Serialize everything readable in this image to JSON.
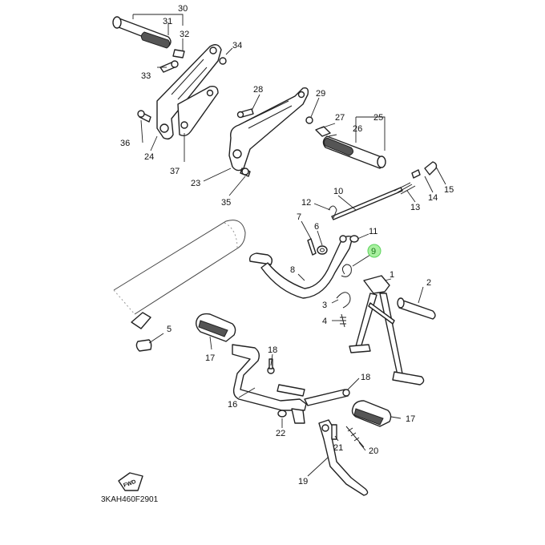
{
  "diagram": {
    "callouts": {
      "c1": "1",
      "c2": "2",
      "c3": "3",
      "c4": "4",
      "c5": "5",
      "c6": "6",
      "c7": "7",
      "c8": "8",
      "c9": "9",
      "c10": "10",
      "c11": "11",
      "c12": "12",
      "c13": "13",
      "c14": "14",
      "c15": "15",
      "c16": "16",
      "c17a": "17",
      "c17b": "17",
      "c18a": "18",
      "c18b": "18",
      "c19": "19",
      "c20": "20",
      "c21": "21",
      "c22": "22",
      "c23": "23",
      "c24": "24",
      "c25": "25",
      "c26": "26",
      "c27": "27",
      "c28": "28",
      "c29": "29",
      "c30": "30",
      "c31": "31",
      "c32": "32",
      "c33": "33",
      "c34": "34",
      "c35": "35",
      "c36": "36",
      "c37": "37"
    },
    "highlighted_callout": "9",
    "highlight_color": "#a9f0a0",
    "forward_label": "FWD",
    "drawing_code": "3KAH460F2901"
  }
}
